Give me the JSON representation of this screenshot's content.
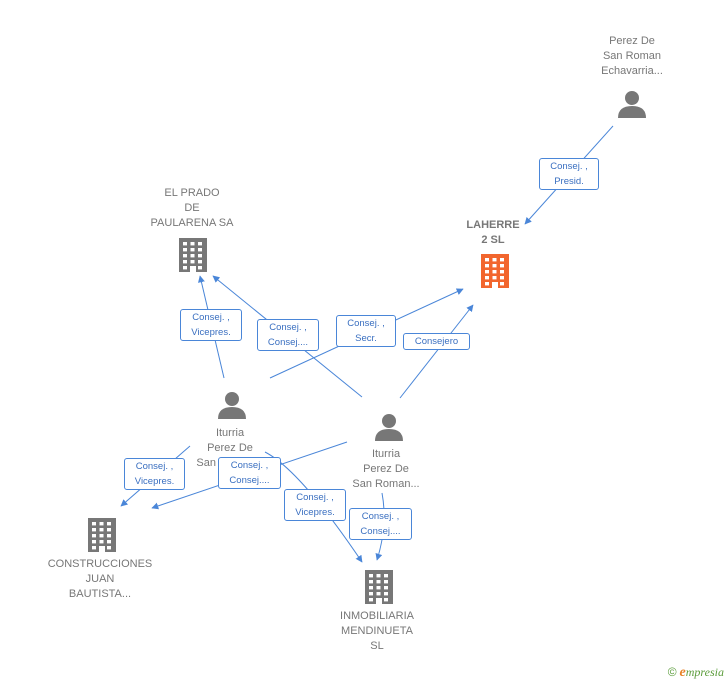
{
  "nodes": {
    "perez_echavarria": {
      "type": "person",
      "lines": [
        "Perez De",
        "San Roman",
        "Echavarria..."
      ]
    },
    "laherre": {
      "type": "company",
      "focus": true,
      "lines": [
        "LAHERRE",
        "2  SL"
      ]
    },
    "el_prado": {
      "type": "company",
      "lines": [
        "EL PRADO",
        "DE",
        "PAULARENA SA"
      ]
    },
    "iturria_1": {
      "type": "person",
      "lines": [
        "Iturria",
        "Perez De",
        "San Roman..."
      ]
    },
    "iturria_2": {
      "type": "person",
      "lines": [
        "Iturria",
        "Perez De",
        "San Roman..."
      ]
    },
    "construcciones": {
      "type": "company",
      "lines": [
        "CONSTRUCCIONES",
        "JUAN",
        "BAUTISTA..."
      ]
    },
    "inmobiliaria": {
      "type": "company",
      "lines": [
        "INMOBILIARIA",
        "MENDINUETA",
        "SL"
      ]
    }
  },
  "edges": [
    {
      "id": "e1",
      "lines": [
        "Consej. ,",
        "Presid."
      ]
    },
    {
      "id": "e2",
      "lines": [
        "Consej. ,",
        "Vicepres."
      ]
    },
    {
      "id": "e3",
      "lines": [
        "Consej. ,",
        "Consej...."
      ]
    },
    {
      "id": "e4",
      "lines": [
        "Consej. ,",
        "Secr."
      ]
    },
    {
      "id": "e5",
      "lines": [
        "Consejero"
      ]
    },
    {
      "id": "e6",
      "lines": [
        "Consej. ,",
        "Vicepres."
      ]
    },
    {
      "id": "e7",
      "lines": [
        "Consej. ,",
        "Consej...."
      ]
    },
    {
      "id": "e8",
      "lines": [
        "Consej. ,",
        "Vicepres."
      ]
    },
    {
      "id": "e9",
      "lines": [
        "Consej. ,",
        "Consej...."
      ]
    }
  ],
  "footer": {
    "copyright": "©",
    "brand_initial": "e",
    "brand_rest": "mpresia"
  },
  "colors": {
    "edge": "#4a86d8",
    "node": "#777777",
    "focus": "#f2662e",
    "background": "#ffffff"
  },
  "icons": {
    "person": "person-icon",
    "company": "building-icon"
  }
}
